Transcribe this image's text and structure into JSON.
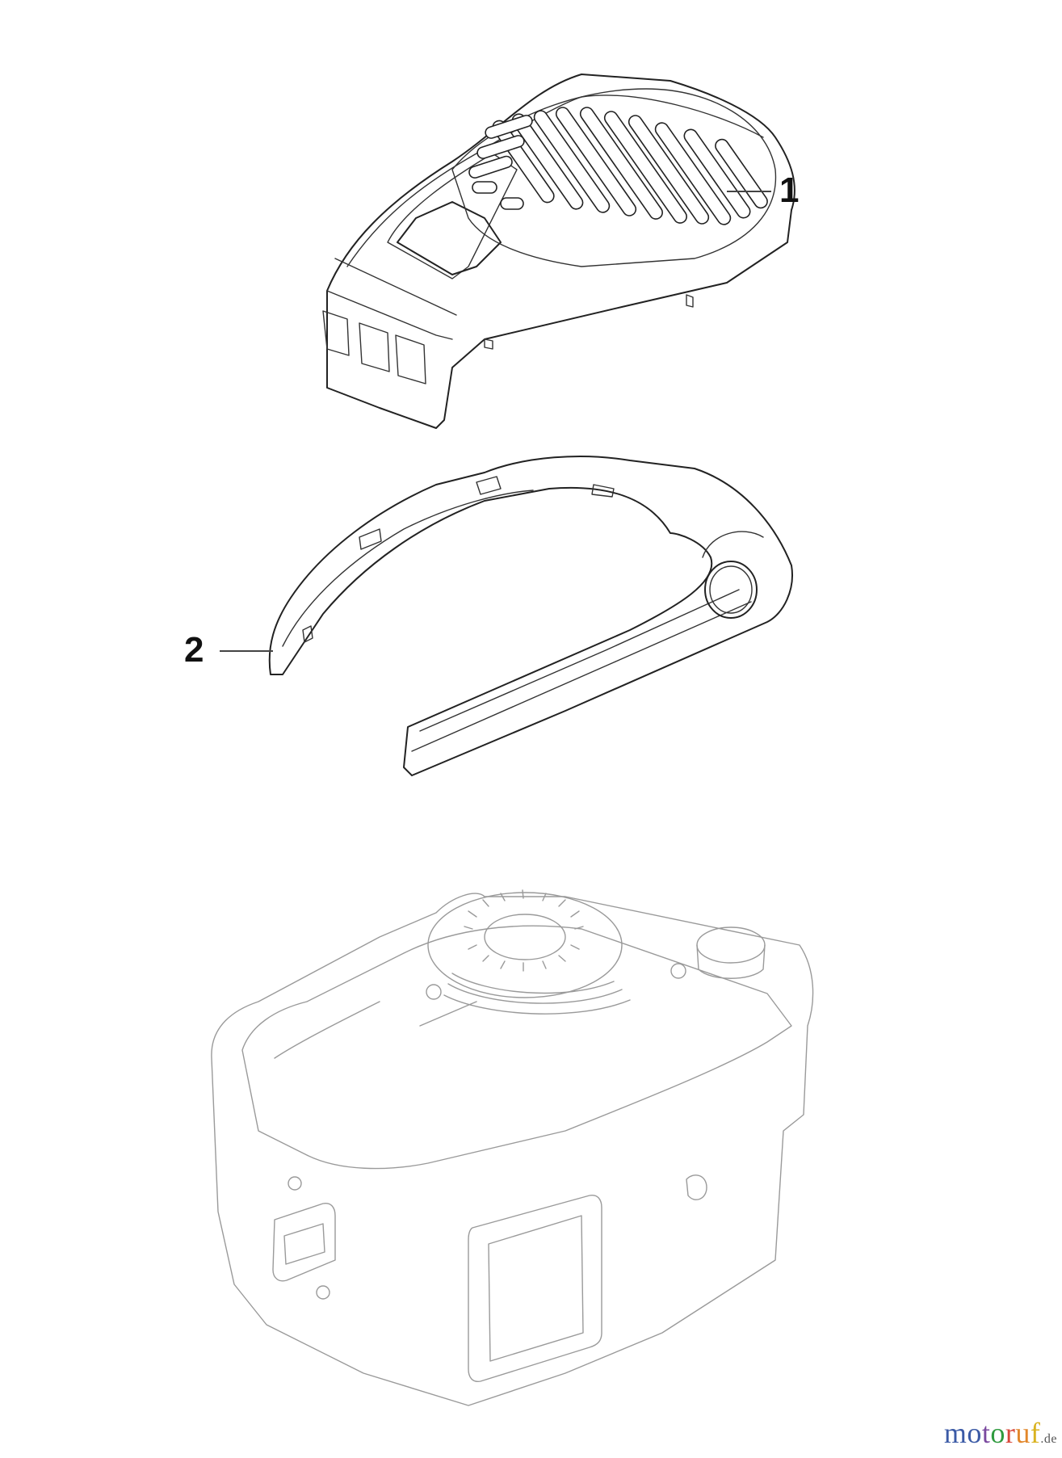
{
  "diagram": {
    "type": "exploded-parts-diagram",
    "parts": [
      {
        "number": "1",
        "name": "engine shroud cover (top, with grille)"
      },
      {
        "number": "2",
        "name": "shroud frame / lower cover ring"
      }
    ],
    "background_item": "engine (outline, reference only)"
  },
  "callouts": {
    "part1_label": "1",
    "part2_label": "2"
  },
  "watermark": {
    "letters": [
      {
        "char": "m",
        "color": "#3b5aa6"
      },
      {
        "char": "o",
        "color": "#3b5aa6"
      },
      {
        "char": "t",
        "color": "#7b4aa0"
      },
      {
        "char": "o",
        "color": "#2f9a3e"
      },
      {
        "char": "r",
        "color": "#d8483a"
      },
      {
        "char": "u",
        "color": "#e2872b"
      },
      {
        "char": "f",
        "color": "#d9b21f"
      }
    ],
    "text": "motoruf",
    "tld": ".de"
  },
  "colors": {
    "line_dark": "#222222",
    "line_engine": "#9a9a9a",
    "background": "#ffffff"
  }
}
